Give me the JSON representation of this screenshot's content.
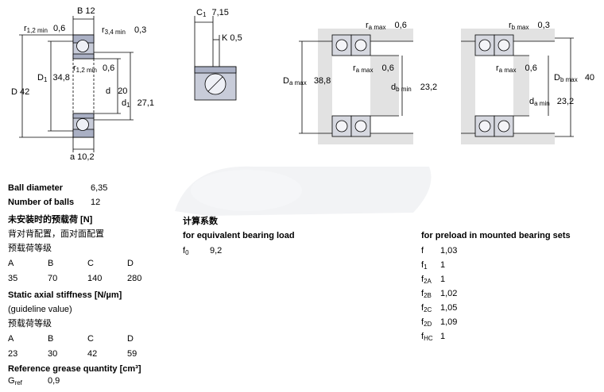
{
  "colors": {
    "bearing_fill": "#c8ccd9",
    "housing_fill": "#e2e2e2",
    "watermark": "#f1f2f4"
  },
  "drawings": {
    "single": {
      "B": "B 12",
      "r12_top_l": "r",
      "r12_top_s": "1,2 min",
      "r12_top_v": "0,6",
      "r34_l": "r",
      "r34_s": "3,4 min",
      "r34_v": "0,3",
      "r12_in_l": "r",
      "r12_in_s": "1,2 min",
      "r12_in_v": "0,6",
      "D1_l": "D",
      "D1_s": "1",
      "D1_v": "34,8",
      "D": "D 42",
      "d": "d",
      "d_v": "20",
      "d1_l": "d",
      "d1_s": "1",
      "d1_v": "27,1",
      "a": "a 10,2"
    },
    "pair": {
      "C1_l": "C",
      "C1_s": "1",
      "C1_v": "7,15",
      "K": "K 0,5"
    },
    "abutment_a": {
      "ra_top_l": "r",
      "ra_top_s": "a max",
      "ra_top_v": "0,6",
      "ra_mid_l": "r",
      "ra_mid_s": "a max",
      "ra_mid_v": "0,6",
      "Da_l": "D",
      "Da_s": "a max",
      "Da_v": "38,8",
      "db_l": "d",
      "db_s": "b min",
      "db_v": "23,2"
    },
    "abutment_b": {
      "rb_l": "r",
      "rb_s": "b max",
      "rb_v": "0,3",
      "ra_l": "r",
      "ra_s": "a max",
      "ra_v": "0,6",
      "Db_l": "D",
      "Db_s": "b max",
      "Db_v": "40",
      "da_l": "d",
      "da_s": "a min",
      "da_v": "23,2"
    }
  },
  "specs": {
    "ball_diameter": {
      "label": "Ball diameter",
      "value": "6,35"
    },
    "number_of_balls": {
      "label": "Number of balls",
      "value": "12"
    }
  },
  "preload": {
    "title": "未安装时的预载荷 [N]",
    "subtitle": "背对背配置，面对面配置",
    "class_label": "预载荷等级",
    "headers": [
      "A",
      "B",
      "C",
      "D"
    ],
    "values": [
      "35",
      "70",
      "140",
      "280"
    ]
  },
  "stiffness": {
    "title": "Static axial stiffness [N/µm]",
    "note": "(guideline value)",
    "class_label": "预载荷等级",
    "headers": [
      "A",
      "B",
      "C",
      "D"
    ],
    "values": [
      "23",
      "30",
      "42",
      "59"
    ]
  },
  "grease": {
    "title": "Reference grease quantity [cm³]",
    "label": "G",
    "sub": "ref",
    "value": "0,9"
  },
  "calc": {
    "title": "计算系数",
    "equivalent_title": "for equivalent bearing load",
    "f0_label": "f",
    "f0_sub": "0",
    "f0_value": "9,2"
  },
  "mounted": {
    "title": "for preload in mounted bearing sets",
    "rows": [
      {
        "label": "f",
        "sub": "",
        "value": "1,03"
      },
      {
        "label": "f",
        "sub": "1",
        "value": "1"
      },
      {
        "label": "f",
        "sub": "2A",
        "value": "1"
      },
      {
        "label": "f",
        "sub": "2B",
        "value": "1,02"
      },
      {
        "label": "f",
        "sub": "2C",
        "value": "1,05"
      },
      {
        "label": "f",
        "sub": "2D",
        "value": "1,09"
      },
      {
        "label": "f",
        "sub": "HC",
        "value": "1"
      }
    ]
  }
}
